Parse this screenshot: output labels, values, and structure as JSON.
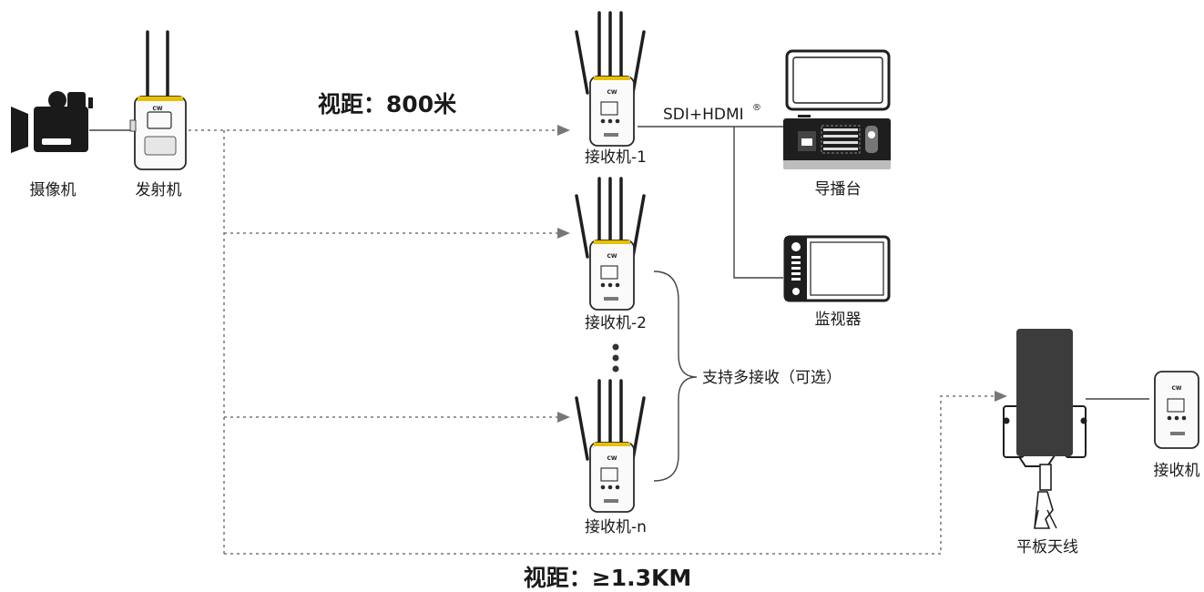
{
  "labels": {
    "camera": "摄像机",
    "transmitter": "发射机",
    "receiver1": "接收机-1",
    "receiver2": "接收机-2",
    "receiverN": "接收机-n",
    "switcher": "导播台",
    "monitor": "监视器",
    "panel_antenna": "平板天线",
    "receiver": "接收机"
  },
  "annotations": {
    "range_top": "视距：800米",
    "range_bottom": "视距：≥1.3KM",
    "io": "SDI+HDMI",
    "io_mark": "®",
    "multi": "支持多接收（可选）",
    "logo": "CW"
  }
}
